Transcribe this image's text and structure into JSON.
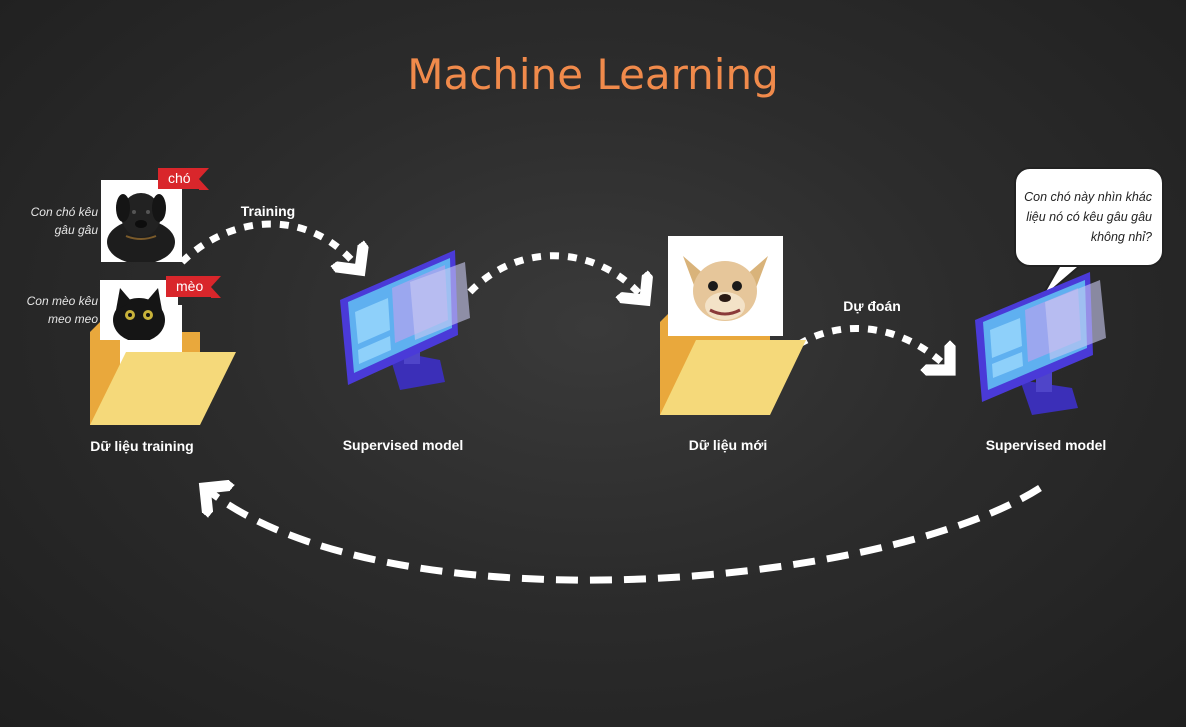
{
  "title": "Machine Learning",
  "training_data": {
    "dog_caption": "Con chó kêu\ngâu gâu",
    "dog_tag": "chó",
    "cat_caption": "Con mèo kêu\nmeo meo",
    "cat_tag": "mèo",
    "label": "Dữ liệu training"
  },
  "arrow_training_label": "Training",
  "model_1_label": "Supervised model",
  "new_data_label": "Dữ liệu mới",
  "arrow_predict_label": "Dự đoán",
  "model_2_label": "Supervised model",
  "speech_bubble": "Con chó này nhìn khác liệu nó có kêu gâu gâu không nhỉ?",
  "colors": {
    "title": "#f08a4b",
    "tag": "#d9262b",
    "folder": "#f5d97a",
    "folder_back": "#e9a83c",
    "monitor": "#4a3ad8",
    "screen": "#5fb0f0"
  }
}
